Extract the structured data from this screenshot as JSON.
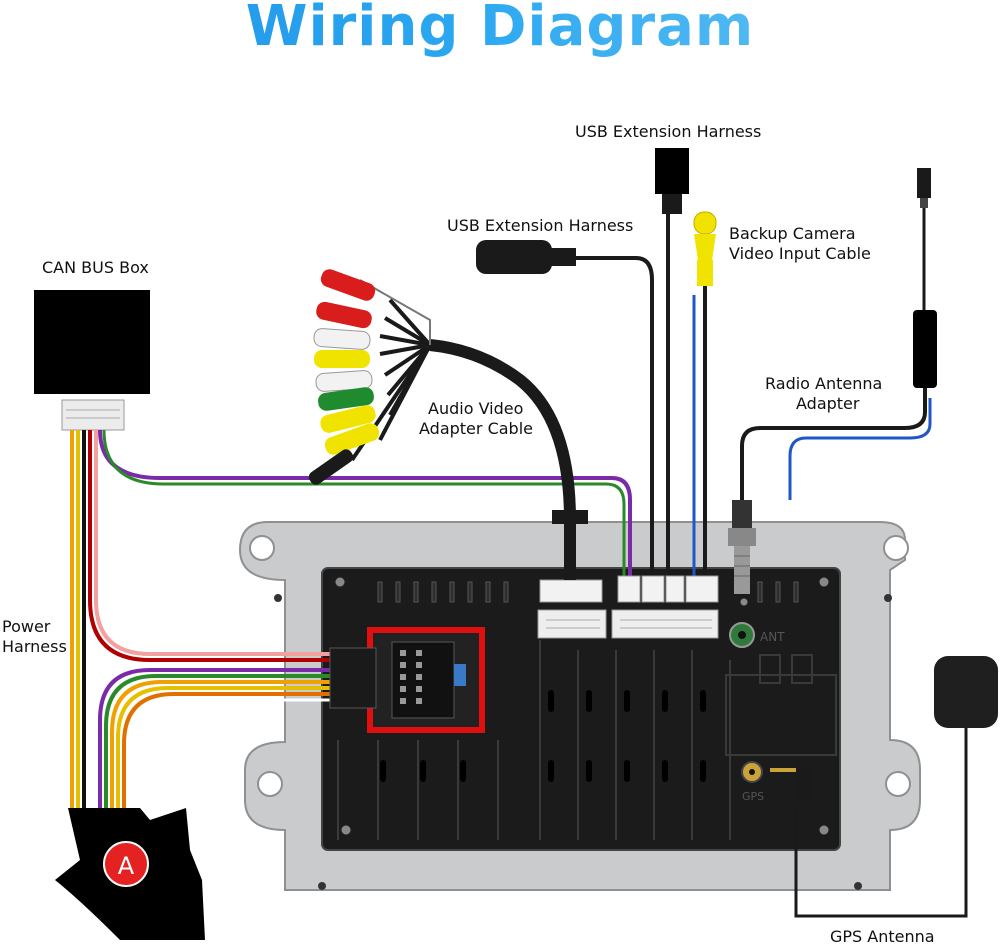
{
  "title": "Wiring Diagram",
  "labels": {
    "usb_harness_top": "USB Extension Harness",
    "usb_harness_mid": "USB Extension Harness",
    "backup_camera_1": "Backup Camera",
    "backup_camera_2": "Video Input Cable",
    "can_bus_box": "CAN BUS Box",
    "audio_video_1": "Audio Video",
    "audio_video_2": "Adapter Cable",
    "radio_antenna_1": "Radio Antenna",
    "radio_antenna_2": "Adapter",
    "power_harness_1": "Power",
    "power_harness_2": "Harness",
    "gps_antenna": "GPS Antenna",
    "connector_a": "A",
    "ant_port": "ANT",
    "gps_port": "GPS"
  },
  "colors": {
    "title_gradient_start": "#1f8fe8",
    "title_gradient_end": "#6cc6f5",
    "unit_frame": "#c9cbcd",
    "unit_back": "#1b1b1b",
    "highlight_box": "#e01010",
    "connector_a_badge": "#e52222"
  }
}
